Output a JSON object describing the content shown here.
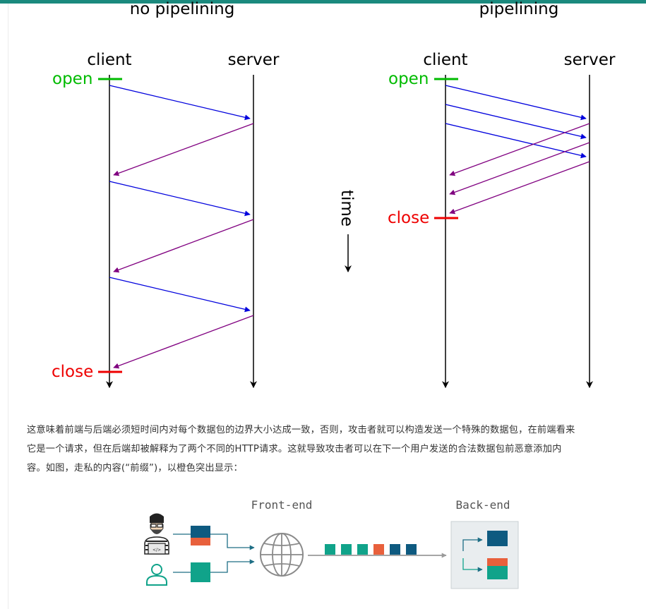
{
  "pipelining_diagram": {
    "left_title": "no pipelining",
    "right_title": "pipelining",
    "client_label": "client",
    "server_label": "server",
    "open_label": "open",
    "close_label": "close",
    "time_label": "time",
    "colors": {
      "request": "#0000dd",
      "response": "#800080",
      "open": "#00bb00",
      "close": "#ee0000",
      "axis": "#000000"
    }
  },
  "paragraph": {
    "line1": "这意味着前端与后端必须短时间内对每个数据包的边界大小达成一致，否则，攻击者就可以构造发送一个特殊的数据包，在前端看来",
    "line2": "它是一个请求，但在后端却被解释为了两个不同的HTTP请求。这就导致攻击者可以在下一个用户发送的合法数据包前恶意添加内",
    "line3": "容。如图，走私的内容(“前缀”)，以橙色突出显示："
  },
  "smuggling_diagram": {
    "frontend_label": "Front-end",
    "backend_label": "Back-end",
    "colors": {
      "teal": "#10a38a",
      "dark_blue": "#0e5a80",
      "orange": "#e8603c",
      "arrow": "#1d6e85",
      "line_gray": "#9a9a9a",
      "globe": "#8a8a8a",
      "backend_box": "#e9edef"
    },
    "packet_sequence": [
      "teal",
      "teal",
      "teal",
      "orange",
      "dark_blue",
      "dark_blue"
    ]
  }
}
